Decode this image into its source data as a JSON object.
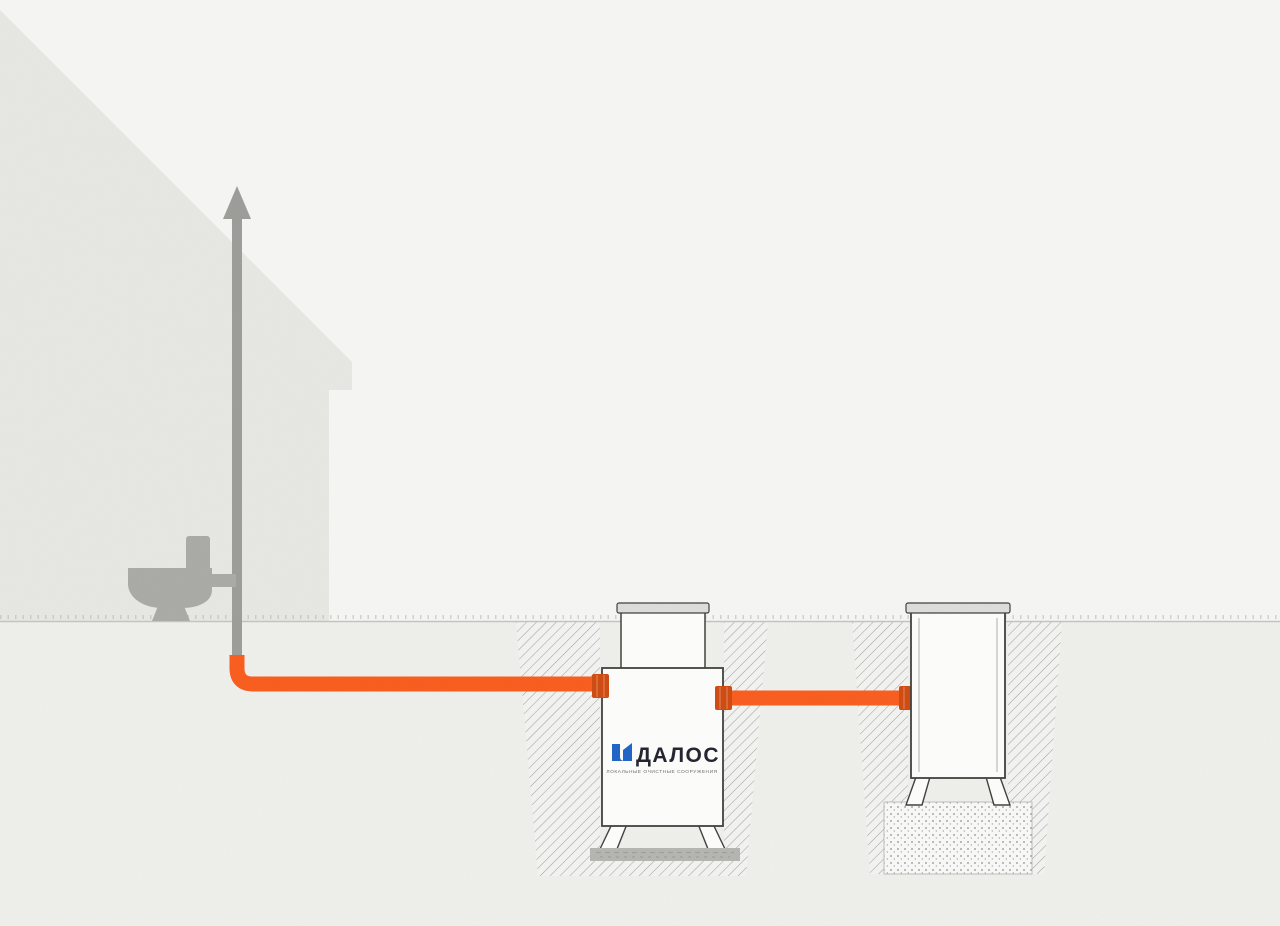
{
  "illustration": {
    "description": "Septic system installation scheme: house with toilet and roof vent stack, underground sewer pipe into a DALOS septic tank, overflow pipe into a drainage well on a gravel bed",
    "brand": {
      "name": "ДАЛОС",
      "subtitle": "ЛОКАЛЬНЫЕ ОЧИСТНЫЕ СООРУЖЕНИЯ"
    },
    "colors": {
      "sky": "#f5f5f3",
      "ground": "#eeeeeb",
      "house": "#e6e6e3",
      "vent": "#9c9c99",
      "toilet": "#a9a9a6",
      "pipe": "#f85c1d",
      "fitting": "#cf4a10",
      "tank_fill": "#fcfcfb",
      "tank_stroke": "#3f3f3d",
      "lid": "#dcdcda",
      "base_slab": "#b4b4b1",
      "ground_line": "#c3c3c0",
      "logo_blue": "#1f63c6",
      "logo_text": "#23232f",
      "subtitle_text": "#6b6b69"
    }
  }
}
